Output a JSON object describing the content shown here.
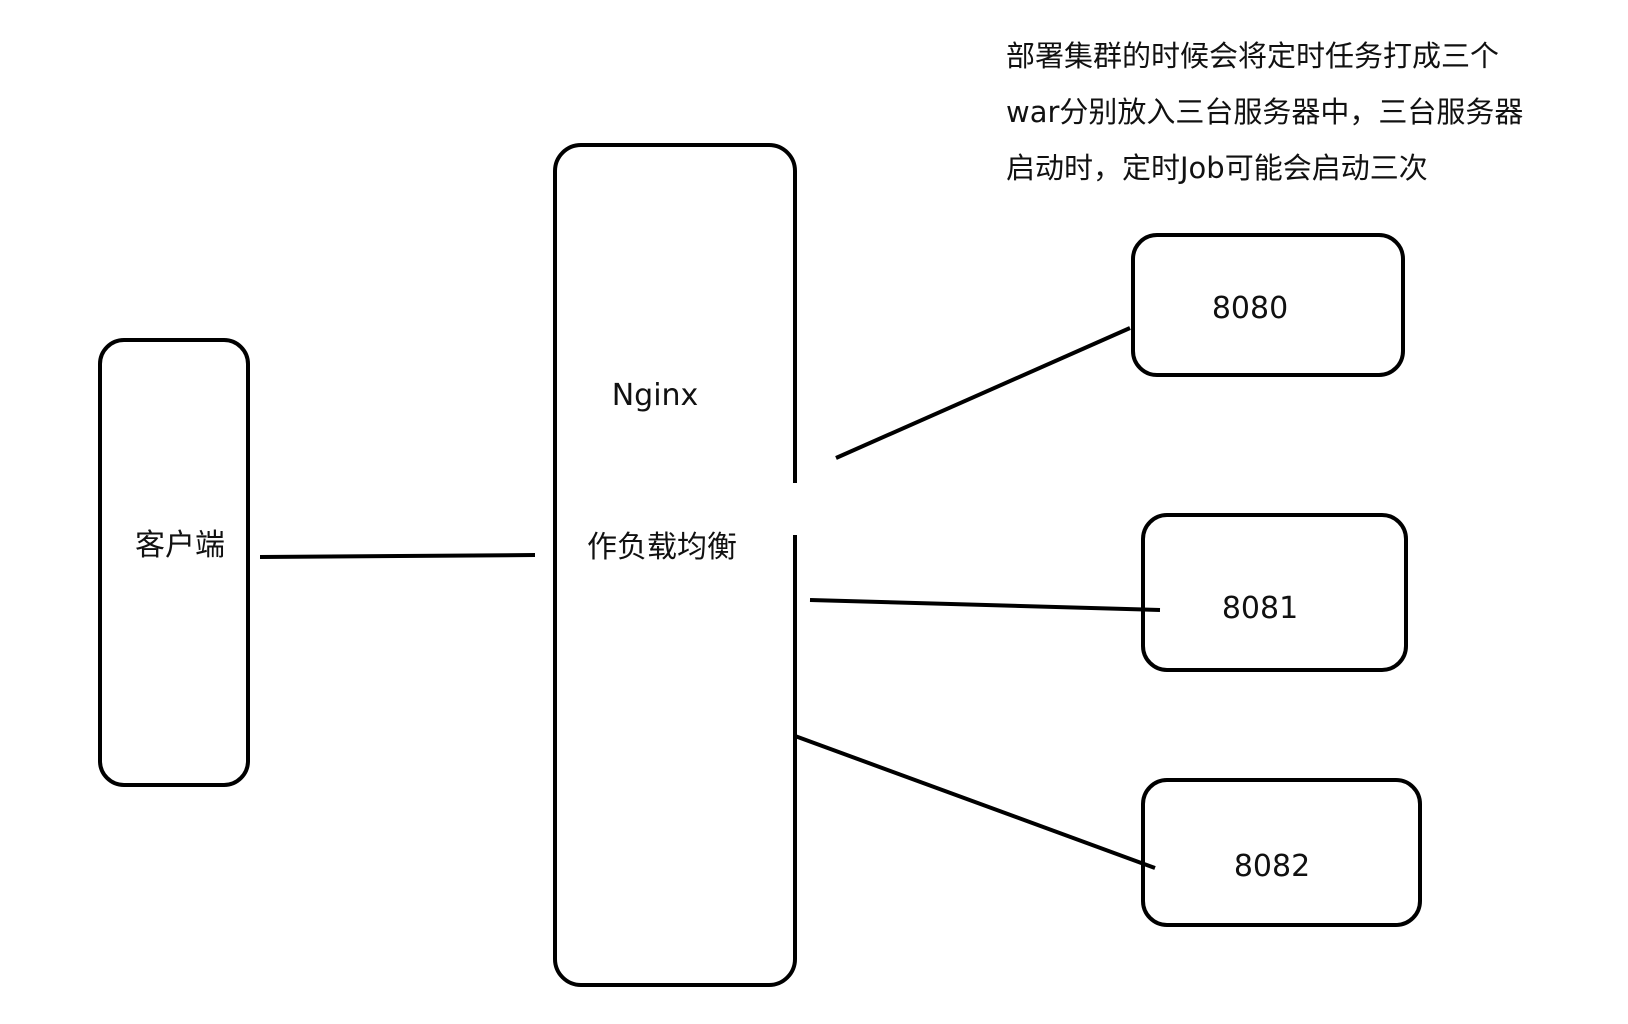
{
  "nodes": {
    "client": {
      "label": "客户端"
    },
    "nginx": {
      "title": "Nginx",
      "subtitle": "作负载均衡"
    },
    "server_8080": {
      "label": "8080"
    },
    "server_8081": {
      "label": "8081"
    },
    "server_8082": {
      "label": "8082"
    }
  },
  "annotation": {
    "lines": [
      "部署集群的时候会将定时任务打成三个",
      "war分别放入三台服务器中，三台服务器",
      "启动时，定时Job可能会启动三次"
    ]
  }
}
